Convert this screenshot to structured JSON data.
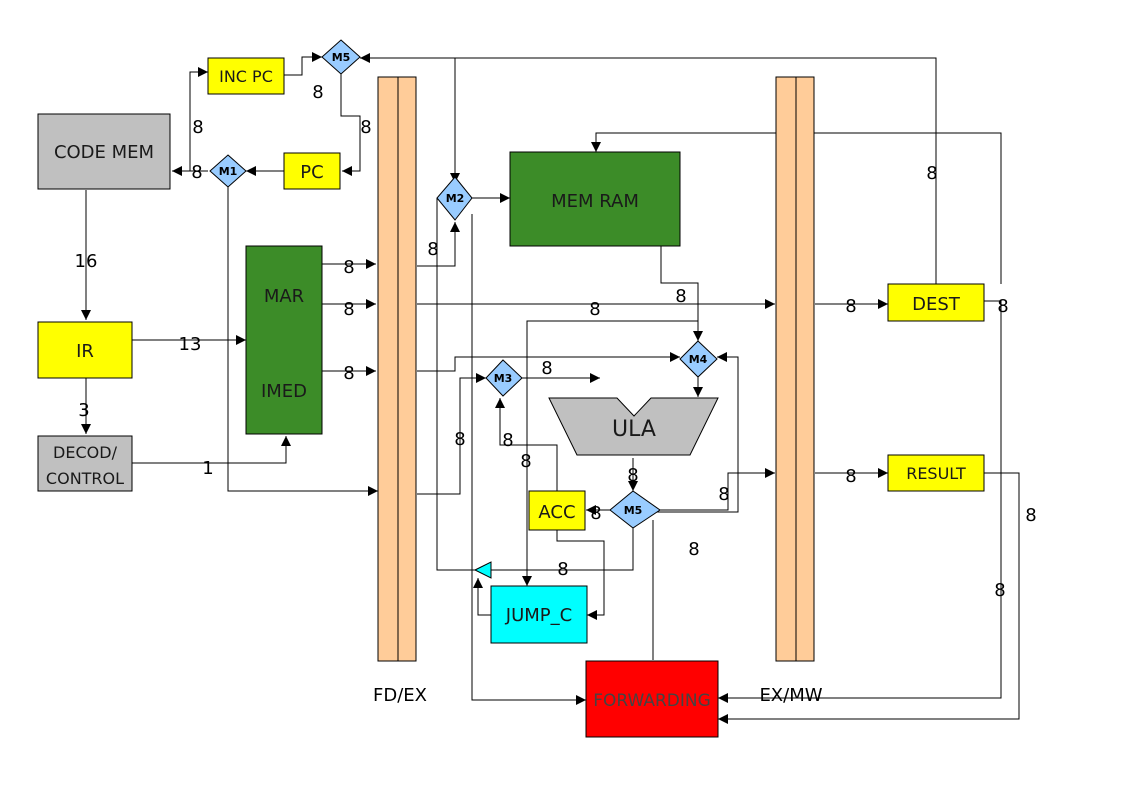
{
  "colors": {
    "gray": "#c0c0c0",
    "yellow": "#ffff00",
    "green": "#3c8c28",
    "red": "#ff0000",
    "cyan": "#00ffff",
    "orange": "#ffcc99",
    "mux": "#99ccff"
  },
  "blocks": {
    "code_mem": "CODE MEM",
    "ir": "IR",
    "decod_1": "DECOD/",
    "decod_2": "CONTROL",
    "inc_pc": "INC PC",
    "pc": "PC",
    "mar": "MAR",
    "imed": "IMED",
    "mem_ram": "MEM RAM",
    "ula": "ULA",
    "acc": "ACC",
    "jump_c": "JUMP_C",
    "forwarding": "FORWARDING",
    "dest": "DEST",
    "result": "RESULT"
  },
  "muxes": {
    "m1": "M1",
    "m2": "M2",
    "m3": "M3",
    "m4": "M4",
    "m5_top": "M5",
    "m5_bottom": "M5"
  },
  "registers": {
    "fd_ex": "FD/EX",
    "ex_mw": "EX/MW"
  },
  "bus_widths": {
    "codemem_ir": "16",
    "ir_mar": "13",
    "ir_decod": "3",
    "decod_imed": "1",
    "w8": "8"
  },
  "icons": [
    "triangle-arrow-icon"
  ]
}
